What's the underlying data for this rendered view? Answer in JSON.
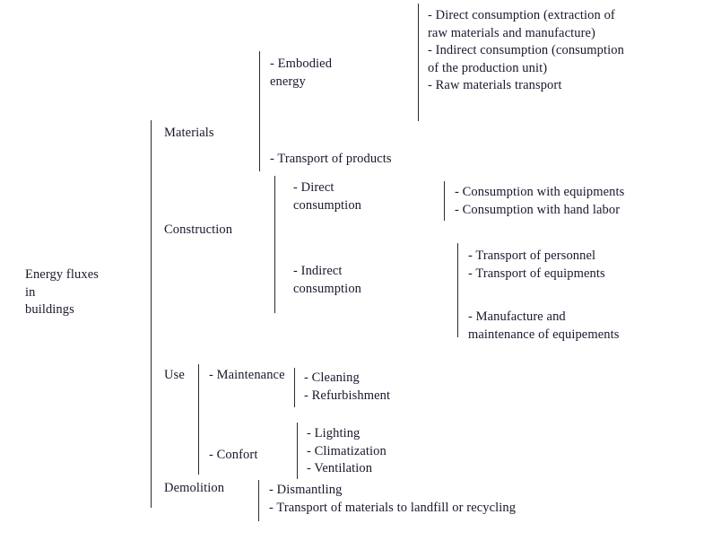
{
  "diagram": {
    "title": "Energy fluxes in buildings",
    "root": {
      "label": "Energy fluxes\nin\nbuildings"
    },
    "branches": {
      "materials": {
        "label": "Materials",
        "children": {
          "embodied_energy": {
            "label": "- Embodied\nenergy",
            "items": "- Direct consumption (extraction of\nraw materials and manufacture)\n- Indirect consumption (consumption\nof the production unit)\n- Raw materials transport"
          },
          "transport_of_products": {
            "label": "- Transport of products"
          }
        }
      },
      "construction": {
        "label": "Construction",
        "children": {
          "direct_consumption": {
            "label": "- Direct\nconsumption",
            "items": "- Consumption with equipments\n- Consumption with hand labor"
          },
          "indirect_consumption": {
            "label": "- Indirect\nconsumption",
            "items_a": "- Transport of personnel\n- Transport of equipments",
            "items_b": "- Manufacture and\nmaintenance of equipements"
          }
        }
      },
      "use": {
        "label": "Use",
        "children": {
          "maintenance": {
            "label": "- Maintenance",
            "items": "- Cleaning\n- Refurbishment"
          },
          "confort": {
            "label": "- Confort",
            "items": "- Lighting\n- Climatization\n- Ventilation"
          }
        }
      },
      "demolition": {
        "label": "Demolition",
        "items": "- Dismantling\n- Transport of materials to landfill or recycling"
      }
    },
    "colors": {
      "text": "#18182c",
      "line": "#2a2a35",
      "background": "#ffffff"
    }
  }
}
